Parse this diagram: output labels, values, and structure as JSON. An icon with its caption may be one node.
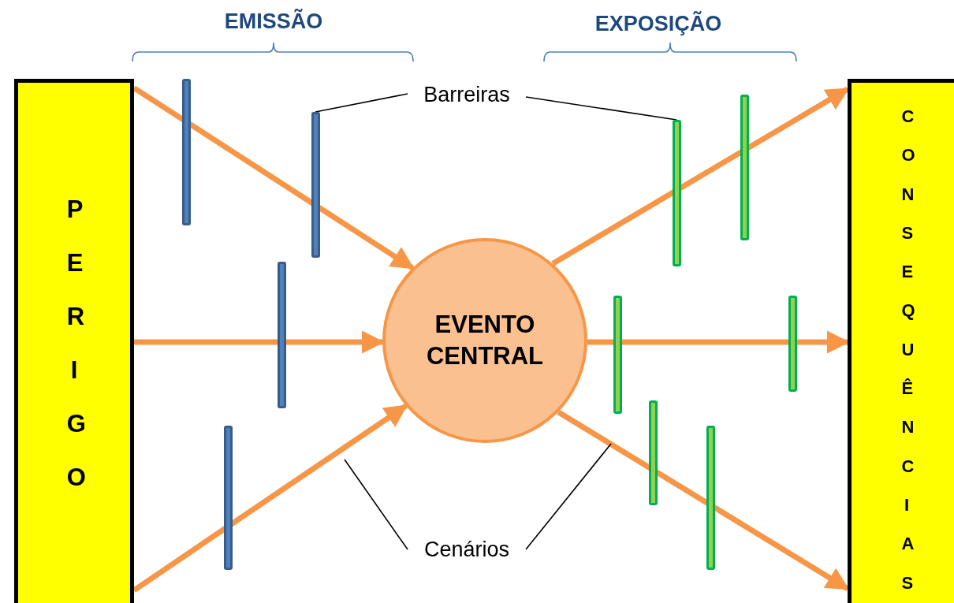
{
  "diagram": {
    "nodes": [
      {
        "text": [
          "PERIGO"
        ]
      },
      {
        "text": [
          "EVENTO CENTRAL"
        ]
      },
      {
        "text": [
          "CONSEQUÊNCIAS"
        ]
      },
      {
        "text": [
          "Barreiras"
        ]
      },
      {
        "text": [
          "Cenários"
        ]
      },
      {
        "text": [],
        "shape": "bar"
      },
      {
        "text": [],
        "shape": "bar"
      },
      {
        "text": [],
        "shape": "bar"
      },
      {
        "text": [],
        "shape": "bar"
      },
      {
        "text": [],
        "shape": "bar"
      },
      {
        "text": [],
        "shape": "bar"
      },
      {
        "text": [],
        "shape": "bar"
      },
      {
        "text": [],
        "shape": "bar"
      },
      {
        "text": [],
        "shape": "bar"
      },
      {
        "text": [],
        "shape": "bar"
      }
    ],
    "edges": [
      {
        "from": 0,
        "to": 1,
        "arrow": "to"
      },
      {
        "from": 0,
        "to": 1,
        "arrow": "to"
      },
      {
        "from": 0,
        "to": 1,
        "arrow": "to"
      },
      {
        "from": 1,
        "to": 2,
        "arrow": "to"
      },
      {
        "from": 1,
        "to": 2,
        "arrow": "to"
      },
      {
        "from": 1,
        "to": 2,
        "arrow": "to"
      },
      {
        "from": 3,
        "to": 8,
        "arrow": "none",
        "color": "#000000"
      },
      {
        "from": 3,
        "to": 11,
        "arrow": "none",
        "color": "#000000"
      },
      {
        "from": 4,
        "to": null,
        "arrow": "none",
        "color": "#000000"
      },
      {
        "from": 4,
        "to": null,
        "arrow": "none",
        "color": "#000000"
      }
    ],
    "labels": [
      "EMISSÃO",
      "EXPOSIÇÃO"
    ]
  }
}
